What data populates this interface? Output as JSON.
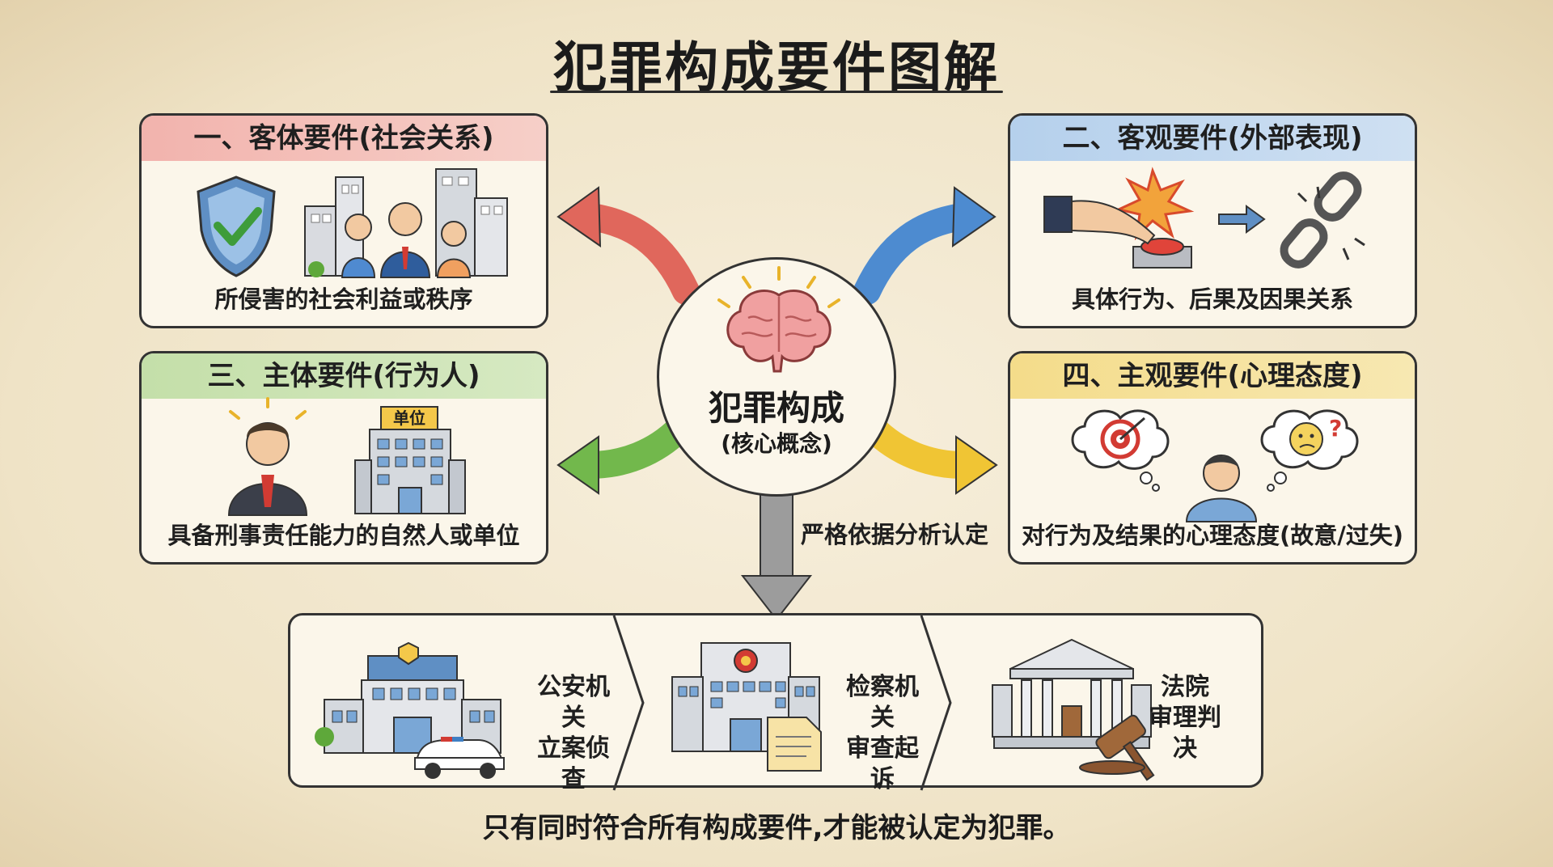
{
  "title": "犯罪构成要件图解",
  "center": {
    "title": "犯罪构成",
    "subtitle": "(核心概念)"
  },
  "cards": {
    "object": {
      "header": "一、客体要件(社会关系)",
      "caption": "所侵害的社会利益或秩序",
      "color": "#d94a3d"
    },
    "objective": {
      "header": "二、客观要件(外部表现)",
      "caption": "具体行为、后果及因果关系",
      "color": "#3f7fc4"
    },
    "subject": {
      "header": "三、主体要件(行为人)",
      "caption": "具备刑事责任能力的自然人或单位",
      "unit_sign": "单位",
      "color": "#5ea83a"
    },
    "subjective": {
      "header": "四、主观要件(心理态度)",
      "caption": "对行为及结果的心理态度(故意/过失)",
      "color": "#e7b923"
    }
  },
  "arrow_note": "严格依据分析认定",
  "process": {
    "stages": [
      {
        "line1": "公安机关",
        "line2": "立案侦查",
        "icon": "police-station-icon"
      },
      {
        "line1": "检察机关",
        "line2": "审查起诉",
        "icon": "procuratorate-icon"
      },
      {
        "line1": "法院",
        "line2": "审理判决",
        "icon": "courthouse-icon"
      }
    ]
  },
  "bottom_note": "只有同时符合所有构成要件,才能被认定为犯罪。"
}
